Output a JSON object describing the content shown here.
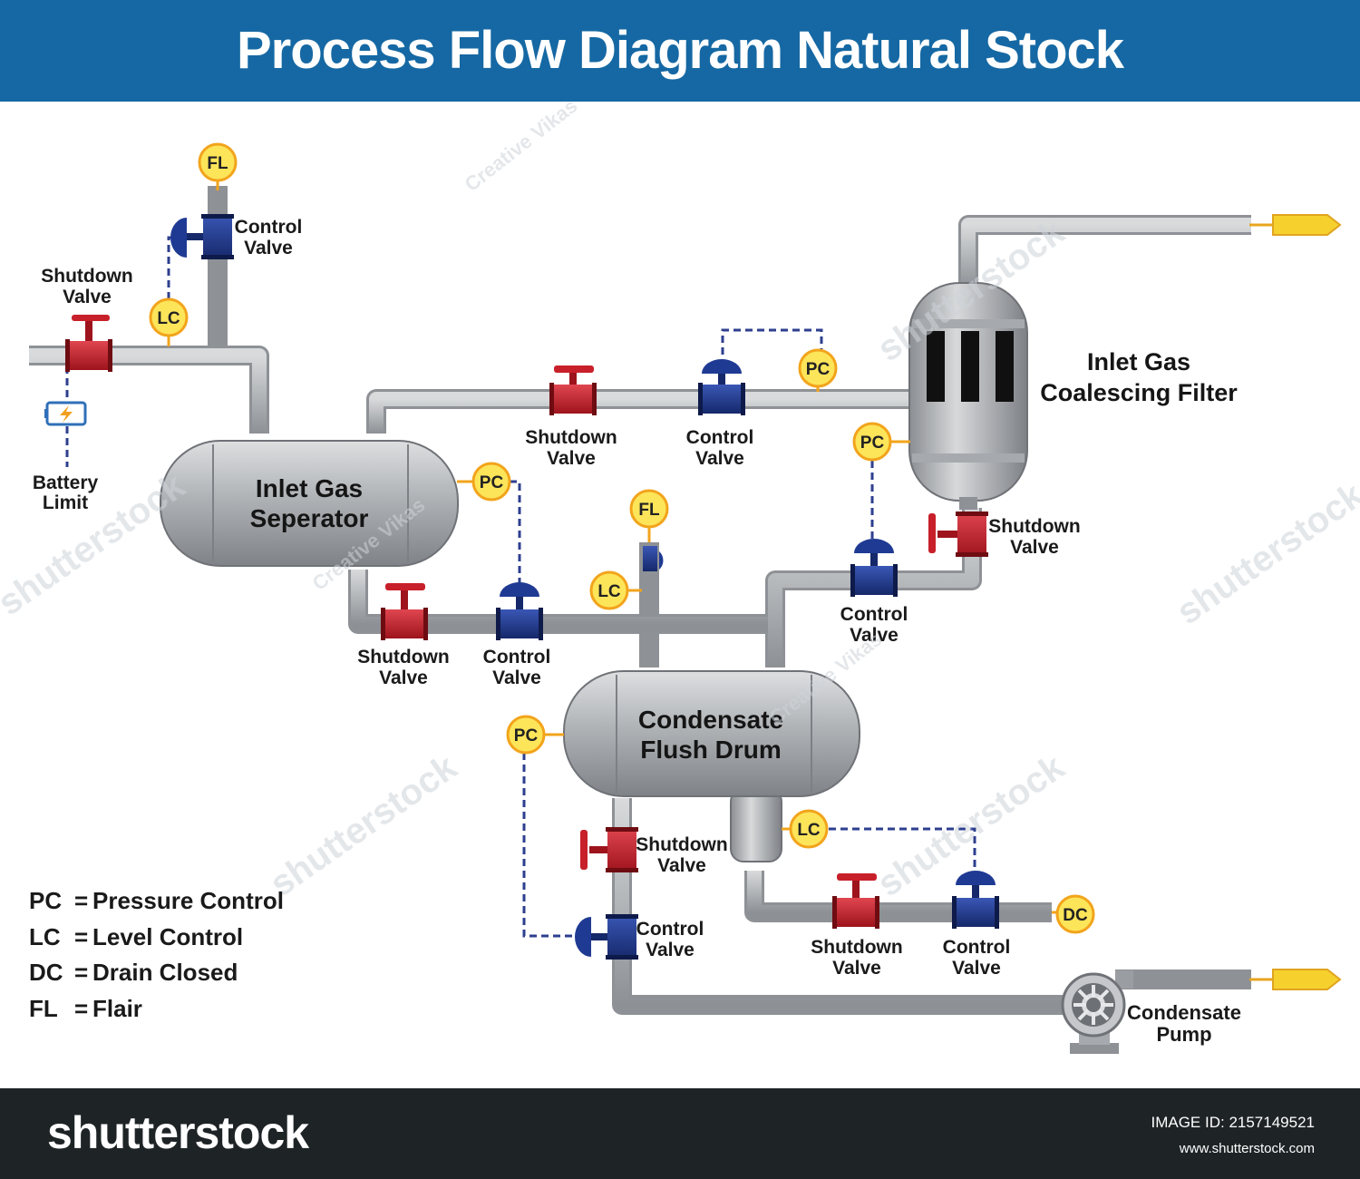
{
  "header": {
    "title": "Process Flow Diagram Natural Stock"
  },
  "equipment": {
    "separator": [
      "Inlet Gas",
      "Seperator"
    ],
    "coalescing_filter": [
      "Inlet Gas",
      "Coalescing Filter"
    ],
    "flush_drum": [
      "Condensate",
      "Flush Drum"
    ],
    "pump": [
      "Condensate",
      "Pump"
    ],
    "battery_limit": [
      "Battery",
      "Limit"
    ]
  },
  "valve_labels": {
    "shutdown": [
      "Shutdown",
      "Valve"
    ],
    "control": [
      "Control",
      "Valve"
    ]
  },
  "instruments": {
    "pc": "PC",
    "lc": "LC",
    "fl": "FL",
    "dc": "DC"
  },
  "legend": [
    {
      "code": "PC",
      "eq": "=",
      "meaning": "Pressure Control"
    },
    {
      "code": "LC",
      "eq": "=",
      "meaning": "Level Control"
    },
    {
      "code": "DC",
      "eq": "=",
      "meaning": "Drain Closed"
    },
    {
      "code": "FL",
      "eq": "=",
      "meaning": "Flair"
    }
  ],
  "watermarks": {
    "brand": "shutterstock",
    "author": "Creative Vikas"
  },
  "footer": {
    "logo": "shutterstock",
    "image_id": "IMAGE ID: 2157149521",
    "url": "www.shutterstock.com"
  },
  "colors": {
    "header_bg": "#1568a3",
    "footer_bg": "#1e2326",
    "pipe": "#b5b8bb",
    "shutdown_valve": "#c8202a",
    "control_valve": "#1f3a93",
    "instrument_fill": "#fde55a",
    "instrument_line": "#f2a41c",
    "signal_line": "#2e3f8f",
    "flare_arrow": "#f6d12e"
  }
}
